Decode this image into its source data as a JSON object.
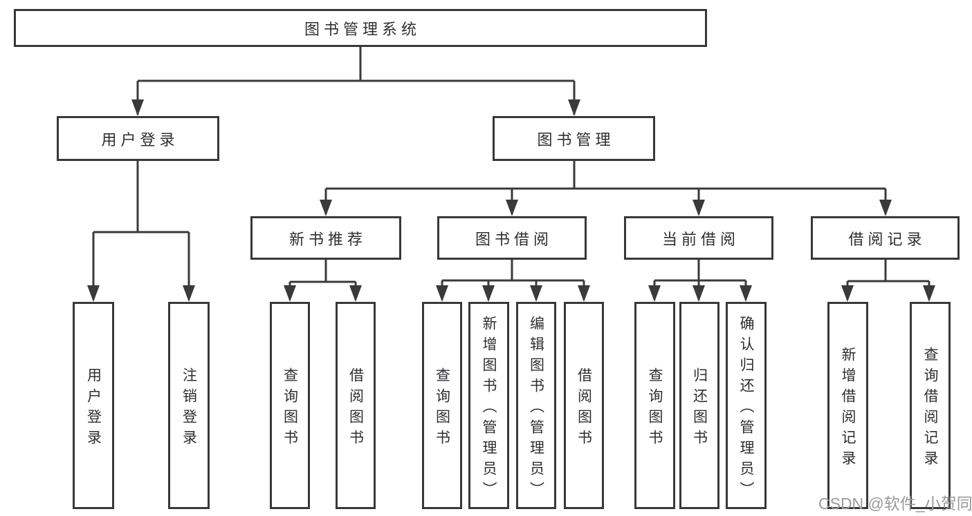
{
  "tree": {
    "root": "图书管理系统",
    "branches": [
      {
        "label": "用户登录",
        "children": [
          "用户登录",
          "注销登录"
        ]
      },
      {
        "label": "图书管理",
        "children": [
          {
            "label": "新书推荐",
            "children": [
              "查询图书",
              "借阅图书"
            ]
          },
          {
            "label": "图书借阅",
            "children": [
              "查询图书",
              "新增图书（管理员）",
              "编辑图书（管理员）",
              "借阅图书"
            ]
          },
          {
            "label": "当前借阅",
            "children": [
              "查询图书",
              "归还图书",
              "确认归还（管理员）"
            ]
          },
          {
            "label": "借阅记录",
            "children": [
              "新增借阅记录",
              "查询借阅记录"
            ]
          }
        ]
      }
    ]
  },
  "watermark": "CSDN @软件_小贺同学",
  "colors": {
    "line": "#3a3a3a",
    "box_border": "#383838",
    "text": "#2e2e32",
    "background": "#ffffff",
    "watermark": "#9a9a9a"
  }
}
